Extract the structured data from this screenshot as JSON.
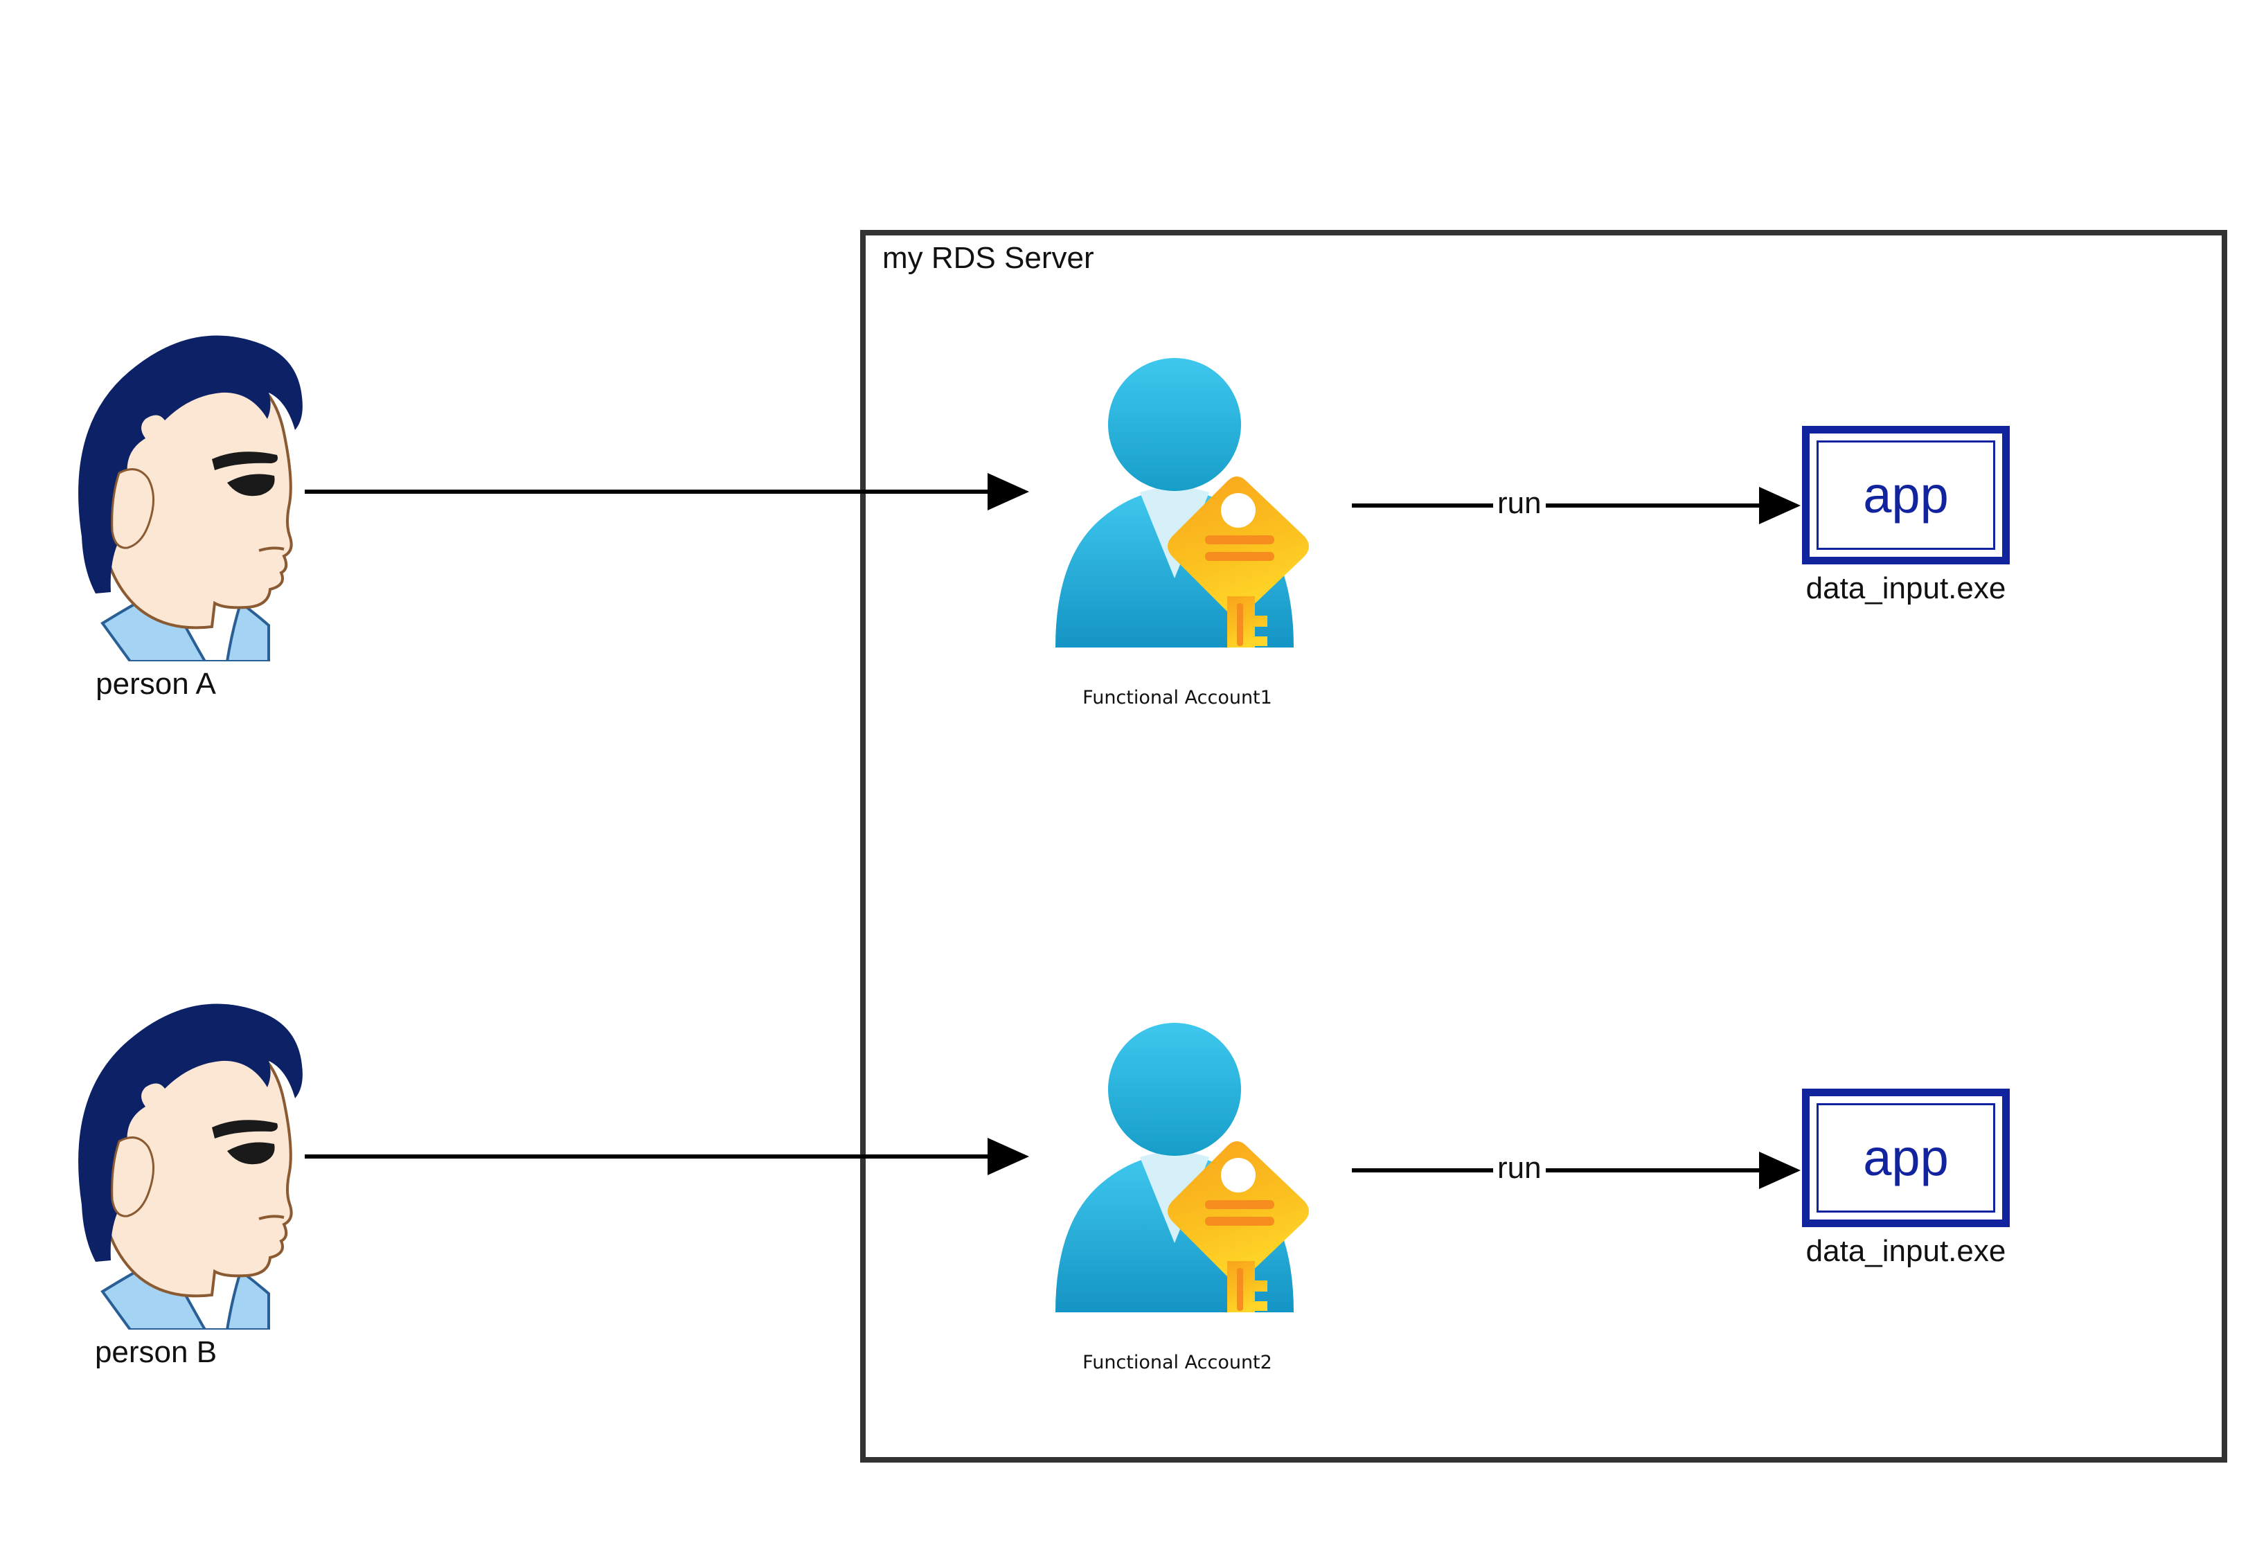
{
  "diagram": {
    "title": "my RDS Server",
    "server_border_color": "#333333",
    "app_accent_color": "#12239E",
    "key_color": "#F9A825",
    "avatar_color": "#29B6DC",
    "hair_color": "#0D2166",
    "skin_color": "#FBE7D4",
    "collar_color": "#A5D3F3"
  },
  "actors": [
    {
      "label": "person A",
      "icon": "person-profile-icon"
    },
    {
      "label": "person B",
      "icon": "person-profile-icon"
    }
  ],
  "accounts": [
    {
      "label": "Functional Account1",
      "icon": "user-with-key-icon"
    },
    {
      "label": "Functional Account2",
      "icon": "user-with-key-icon"
    }
  ],
  "apps": [
    {
      "box_text": "app",
      "label": "data_input.exe"
    },
    {
      "box_text": "app",
      "label": "data_input.exe"
    }
  ],
  "connections": [
    {
      "from": "person A",
      "to": "Functional Account1",
      "label": ""
    },
    {
      "from": "Functional Account1",
      "to": "data_input.exe",
      "label": "run"
    },
    {
      "from": "person B",
      "to": "Functional Account2",
      "label": ""
    },
    {
      "from": "Functional Account2",
      "to": "data_input.exe",
      "label": "run"
    }
  ]
}
